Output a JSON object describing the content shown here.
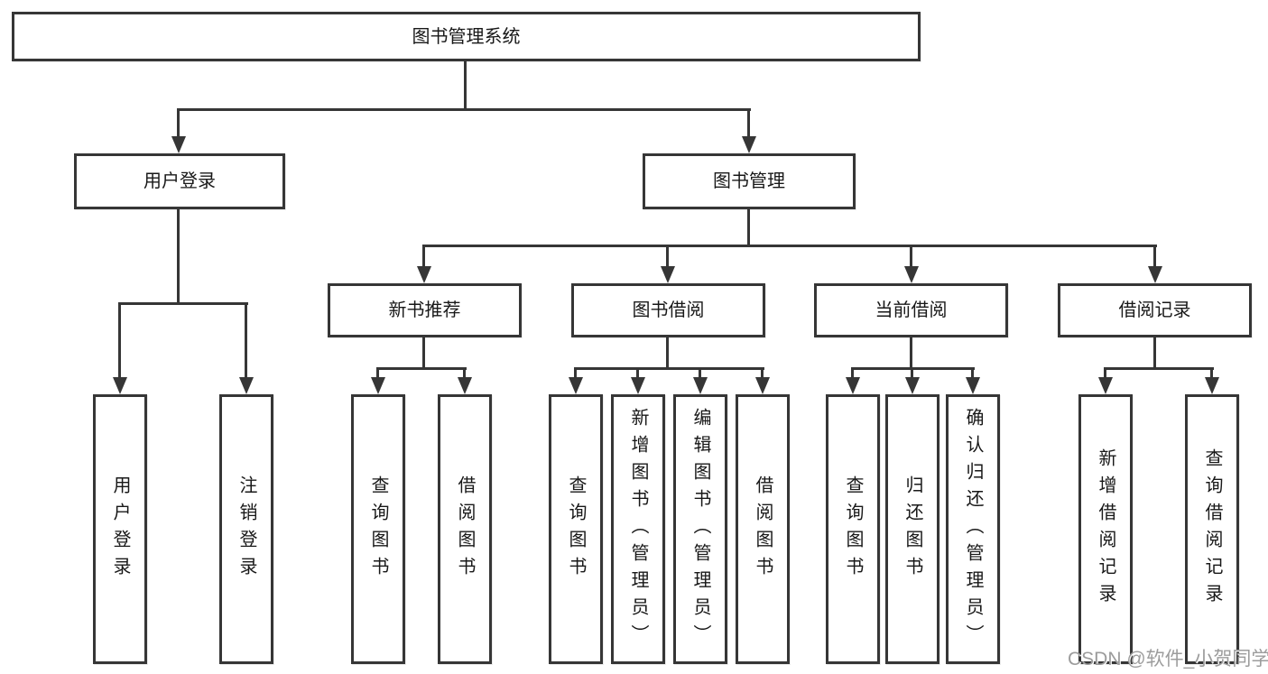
{
  "diagram": {
    "tree": {
      "label": "图书管理系统",
      "children": [
        {
          "label": "用户登录",
          "children": [
            {
              "label": "用户登录"
            },
            {
              "label": "注销登录"
            }
          ]
        },
        {
          "label": "图书管理",
          "children": [
            {
              "label": "新书推荐",
              "children": [
                {
                  "label": "查询图书"
                },
                {
                  "label": "借阅图书"
                }
              ]
            },
            {
              "label": "图书借阅",
              "children": [
                {
                  "label": "查询图书"
                },
                {
                  "label": "新增图书（管理员）"
                },
                {
                  "label": "编辑图书（管理员）"
                },
                {
                  "label": "借阅图书"
                }
              ]
            },
            {
              "label": "当前借阅",
              "children": [
                {
                  "label": "查询图书"
                },
                {
                  "label": "归还图书"
                },
                {
                  "label": "确认归还（管理员）"
                }
              ]
            },
            {
              "label": "借阅记录",
              "children": [
                {
                  "label": "新增借阅记录"
                },
                {
                  "label": "查询借阅记录"
                }
              ]
            }
          ]
        }
      ]
    },
    "line_color": "#363636"
  },
  "watermark": "CSDN @软件_小贺同学"
}
